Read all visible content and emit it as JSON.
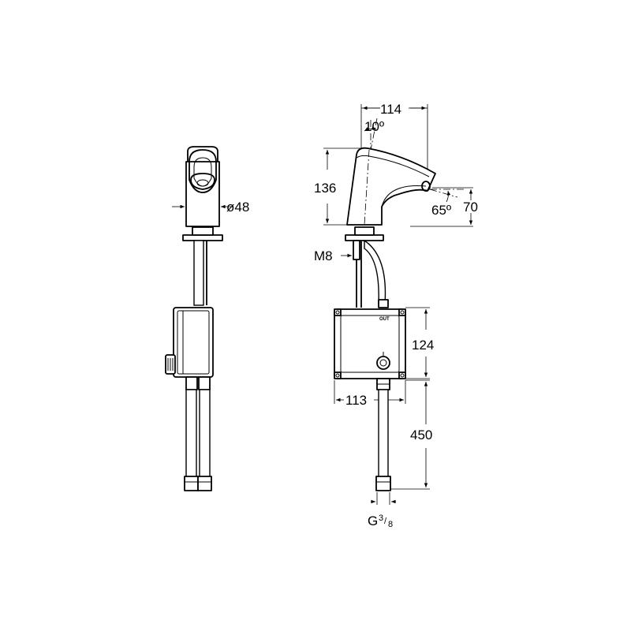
{
  "dimensions": {
    "diameter": "ø48",
    "width_top": "114",
    "angle_top": "10º",
    "height_spout": "136",
    "angle_spout": "65º",
    "height_outlet": "70",
    "thread_mount": "M8",
    "box_height": "124",
    "box_width": "113",
    "hose_length": "450",
    "connection_main": "G",
    "connection_num": "3",
    "connection_den": "8"
  },
  "box_label": "OUT"
}
